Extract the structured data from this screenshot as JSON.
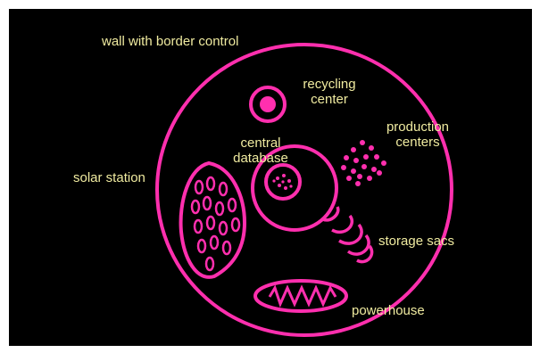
{
  "colors": {
    "background": "#000000",
    "organelle_stroke": "#ff2fae",
    "label_text": "#f0eba0"
  },
  "labels": {
    "wall": "wall with border control",
    "recycling_line1": "recycling",
    "recycling_line2": "center",
    "production_line1": "production",
    "production_line2": "centers",
    "database_line1": "central",
    "database_line2": "database",
    "solar": "solar station",
    "storage": "storage sacs",
    "powerhouse": "powerhouse"
  }
}
